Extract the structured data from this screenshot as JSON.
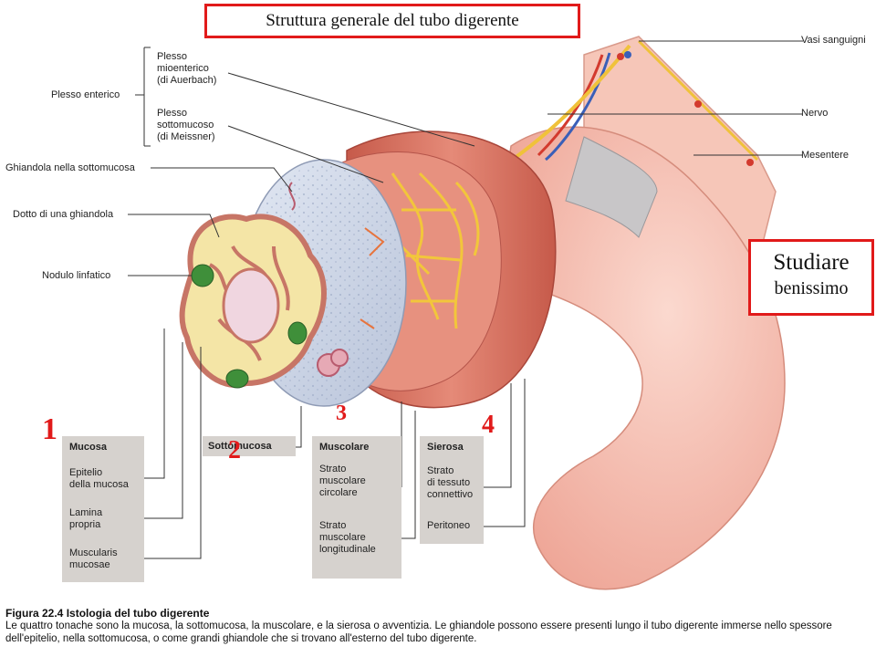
{
  "title_box": "Struttura generale del tubo digerente",
  "study_note": {
    "line1": "Studiare",
    "line2": "benissimo"
  },
  "labels_left": {
    "plesso_enterico": "Plesso enterico",
    "plesso_mioenterico": "Plesso\nmioenterico\n(di Auerbach)",
    "plesso_sottomucoso": "Plesso\nsottomucoso\n(di Meissner)",
    "ghiandola_sottomucosa": "Ghiandola  nella sottomucosa",
    "dotto_ghiandola": "Dotto di una ghiandola",
    "nodulo_linfatico": "Nodulo linfatico"
  },
  "labels_right": {
    "vasi_sanguigni": "Vasi sanguigni",
    "nervo": "Nervo",
    "mesentere": "Mesentere"
  },
  "boxes": {
    "mucosa": {
      "title": "Mucosa",
      "items": [
        "Epitelio\ndella mucosa",
        "Lamina\npropria",
        "Muscularis\nmucosae"
      ]
    },
    "sottomucosa": {
      "title": "Sottomucosa"
    },
    "muscolare": {
      "title": "Muscolare",
      "items": [
        "Strato\nmuscolare\ncircolare",
        "Strato\nmuscolare\nlongitudinale"
      ]
    },
    "sierosa": {
      "title": "Sierosa",
      "items": [
        "Strato\ndi tessuto\nconnettivo",
        "Peritoneo"
      ]
    }
  },
  "numbers": [
    "1",
    "2",
    "3",
    "4"
  ],
  "caption": {
    "title": "Figura 22.4 Istologia del tubo digerente",
    "text": "Le quattro tonache sono la mucosa, la sottomucosa, la muscolare, e la sierosa o avventizia. Le ghiandole possono essere presenti lungo il tubo digerente immerse nello spessore dell'epitelio, nella sottomucosa, o come grandi ghiandole che si trovano all'esterno del tubo digerente."
  },
  "colors": {
    "tissue_pink": "#f3b8a8",
    "muscle_red": "#d9705e",
    "submucosa_blue": "#c9d3e6",
    "nerve_yellow": "#f5d04a",
    "lymph_green": "#3f8f3a",
    "label_box_gray": "#d6d2ce",
    "accent_red": "#e11a1a"
  }
}
